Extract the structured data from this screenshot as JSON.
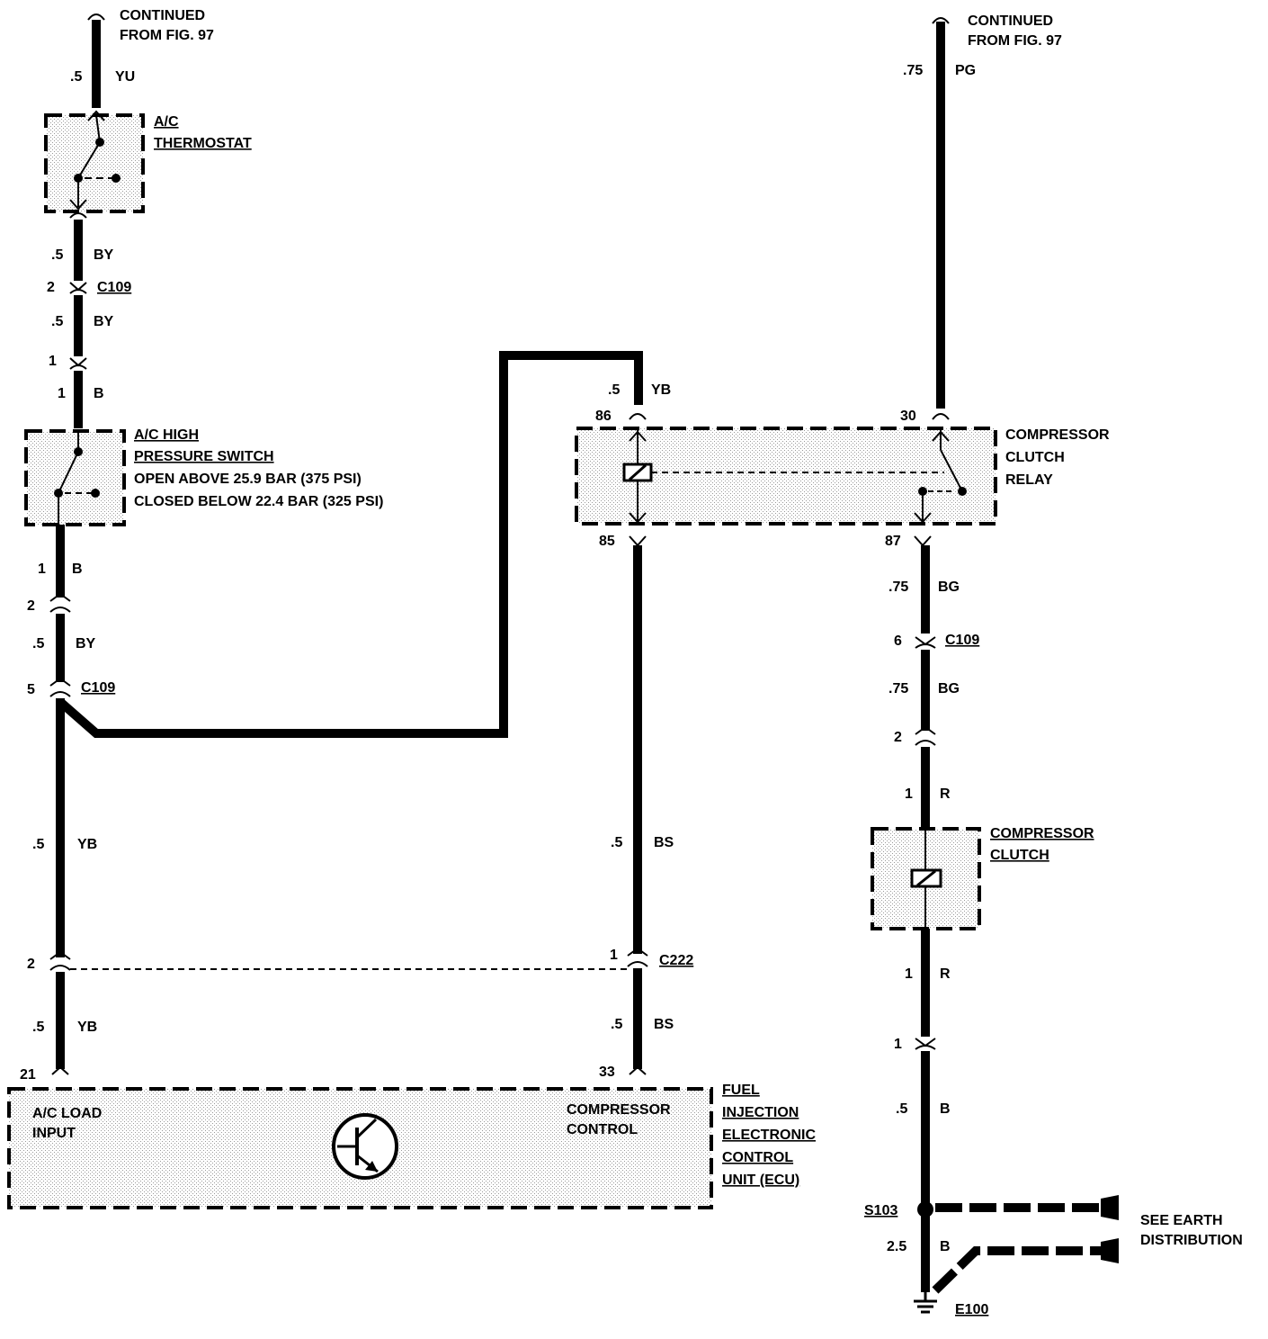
{
  "colors": {
    "ink": "#000000",
    "paper": "#ffffff",
    "shade": "#d9d9d9"
  },
  "left": {
    "continued": [
      "CONTINUED",
      "FROM FIG. 97"
    ],
    "w1": {
      "size": ".5",
      "color": "YU"
    },
    "thermostat": [
      "A/C",
      "THERMOSTAT"
    ],
    "w2": {
      "size": ".5",
      "color": "BY"
    },
    "c109a": {
      "pin": "2",
      "name": "C109"
    },
    "w3": {
      "size": ".5",
      "color": "BY"
    },
    "pin1": "1",
    "w4": {
      "size": "1",
      "color": "B"
    },
    "hps": [
      "A/C HIGH",
      "PRESSURE SWITCH",
      "OPEN ABOVE 25.9 BAR (375 PSI)",
      "CLOSED BELOW 22.4 BAR (325 PSI)"
    ],
    "w5": {
      "size": "1",
      "color": "B"
    },
    "pin2": "2",
    "w6": {
      "size": ".5",
      "color": "BY"
    },
    "c109b": {
      "pin": "5",
      "name": "C109"
    },
    "w7": {
      "size": ".5",
      "color": "YB"
    },
    "c222pin": "2",
    "w8": {
      "size": ".5",
      "color": "YB"
    },
    "ecupin": "21"
  },
  "middle": {
    "w1": {
      "size": ".5",
      "color": "YB"
    },
    "pin86": "86",
    "pin85": "85",
    "w2": {
      "size": ".5",
      "color": "BS"
    },
    "c222": {
      "pin": "1",
      "name": "C222"
    },
    "w3": {
      "size": ".5",
      "color": "BS"
    },
    "ecupin": "33"
  },
  "right": {
    "continued": [
      "CONTINUED",
      "FROM FIG. 97"
    ],
    "w1": {
      "size": ".75",
      "color": "PG"
    },
    "pin30": "30",
    "relay": [
      "COMPRESSOR",
      "CLUTCH",
      "RELAY"
    ],
    "pin87": "87",
    "w2": {
      "size": ".75",
      "color": "BG"
    },
    "c109": {
      "pin": "6",
      "name": "C109"
    },
    "w3": {
      "size": ".75",
      "color": "BG"
    },
    "pin2": "2",
    "w4": {
      "size": "1",
      "color": "R"
    },
    "clutch": [
      "COMPRESSOR",
      "CLUTCH"
    ],
    "w5": {
      "size": "1",
      "color": "R"
    },
    "pin1": "1",
    "w6": {
      "size": ".5",
      "color": "B"
    },
    "splice": "S103",
    "w7": {
      "size": "2.5",
      "color": "B"
    },
    "ground": "E100",
    "earth": [
      "SEE EARTH",
      "DISTRIBUTION"
    ]
  },
  "ecu": {
    "left_label": [
      "A/C LOAD",
      "INPUT"
    ],
    "right_label": [
      "COMPRESSOR",
      "CONTROL"
    ],
    "name": [
      "FUEL",
      "INJECTION",
      "ELECTRONIC",
      "CONTROL",
      "UNIT (ECU)"
    ]
  }
}
